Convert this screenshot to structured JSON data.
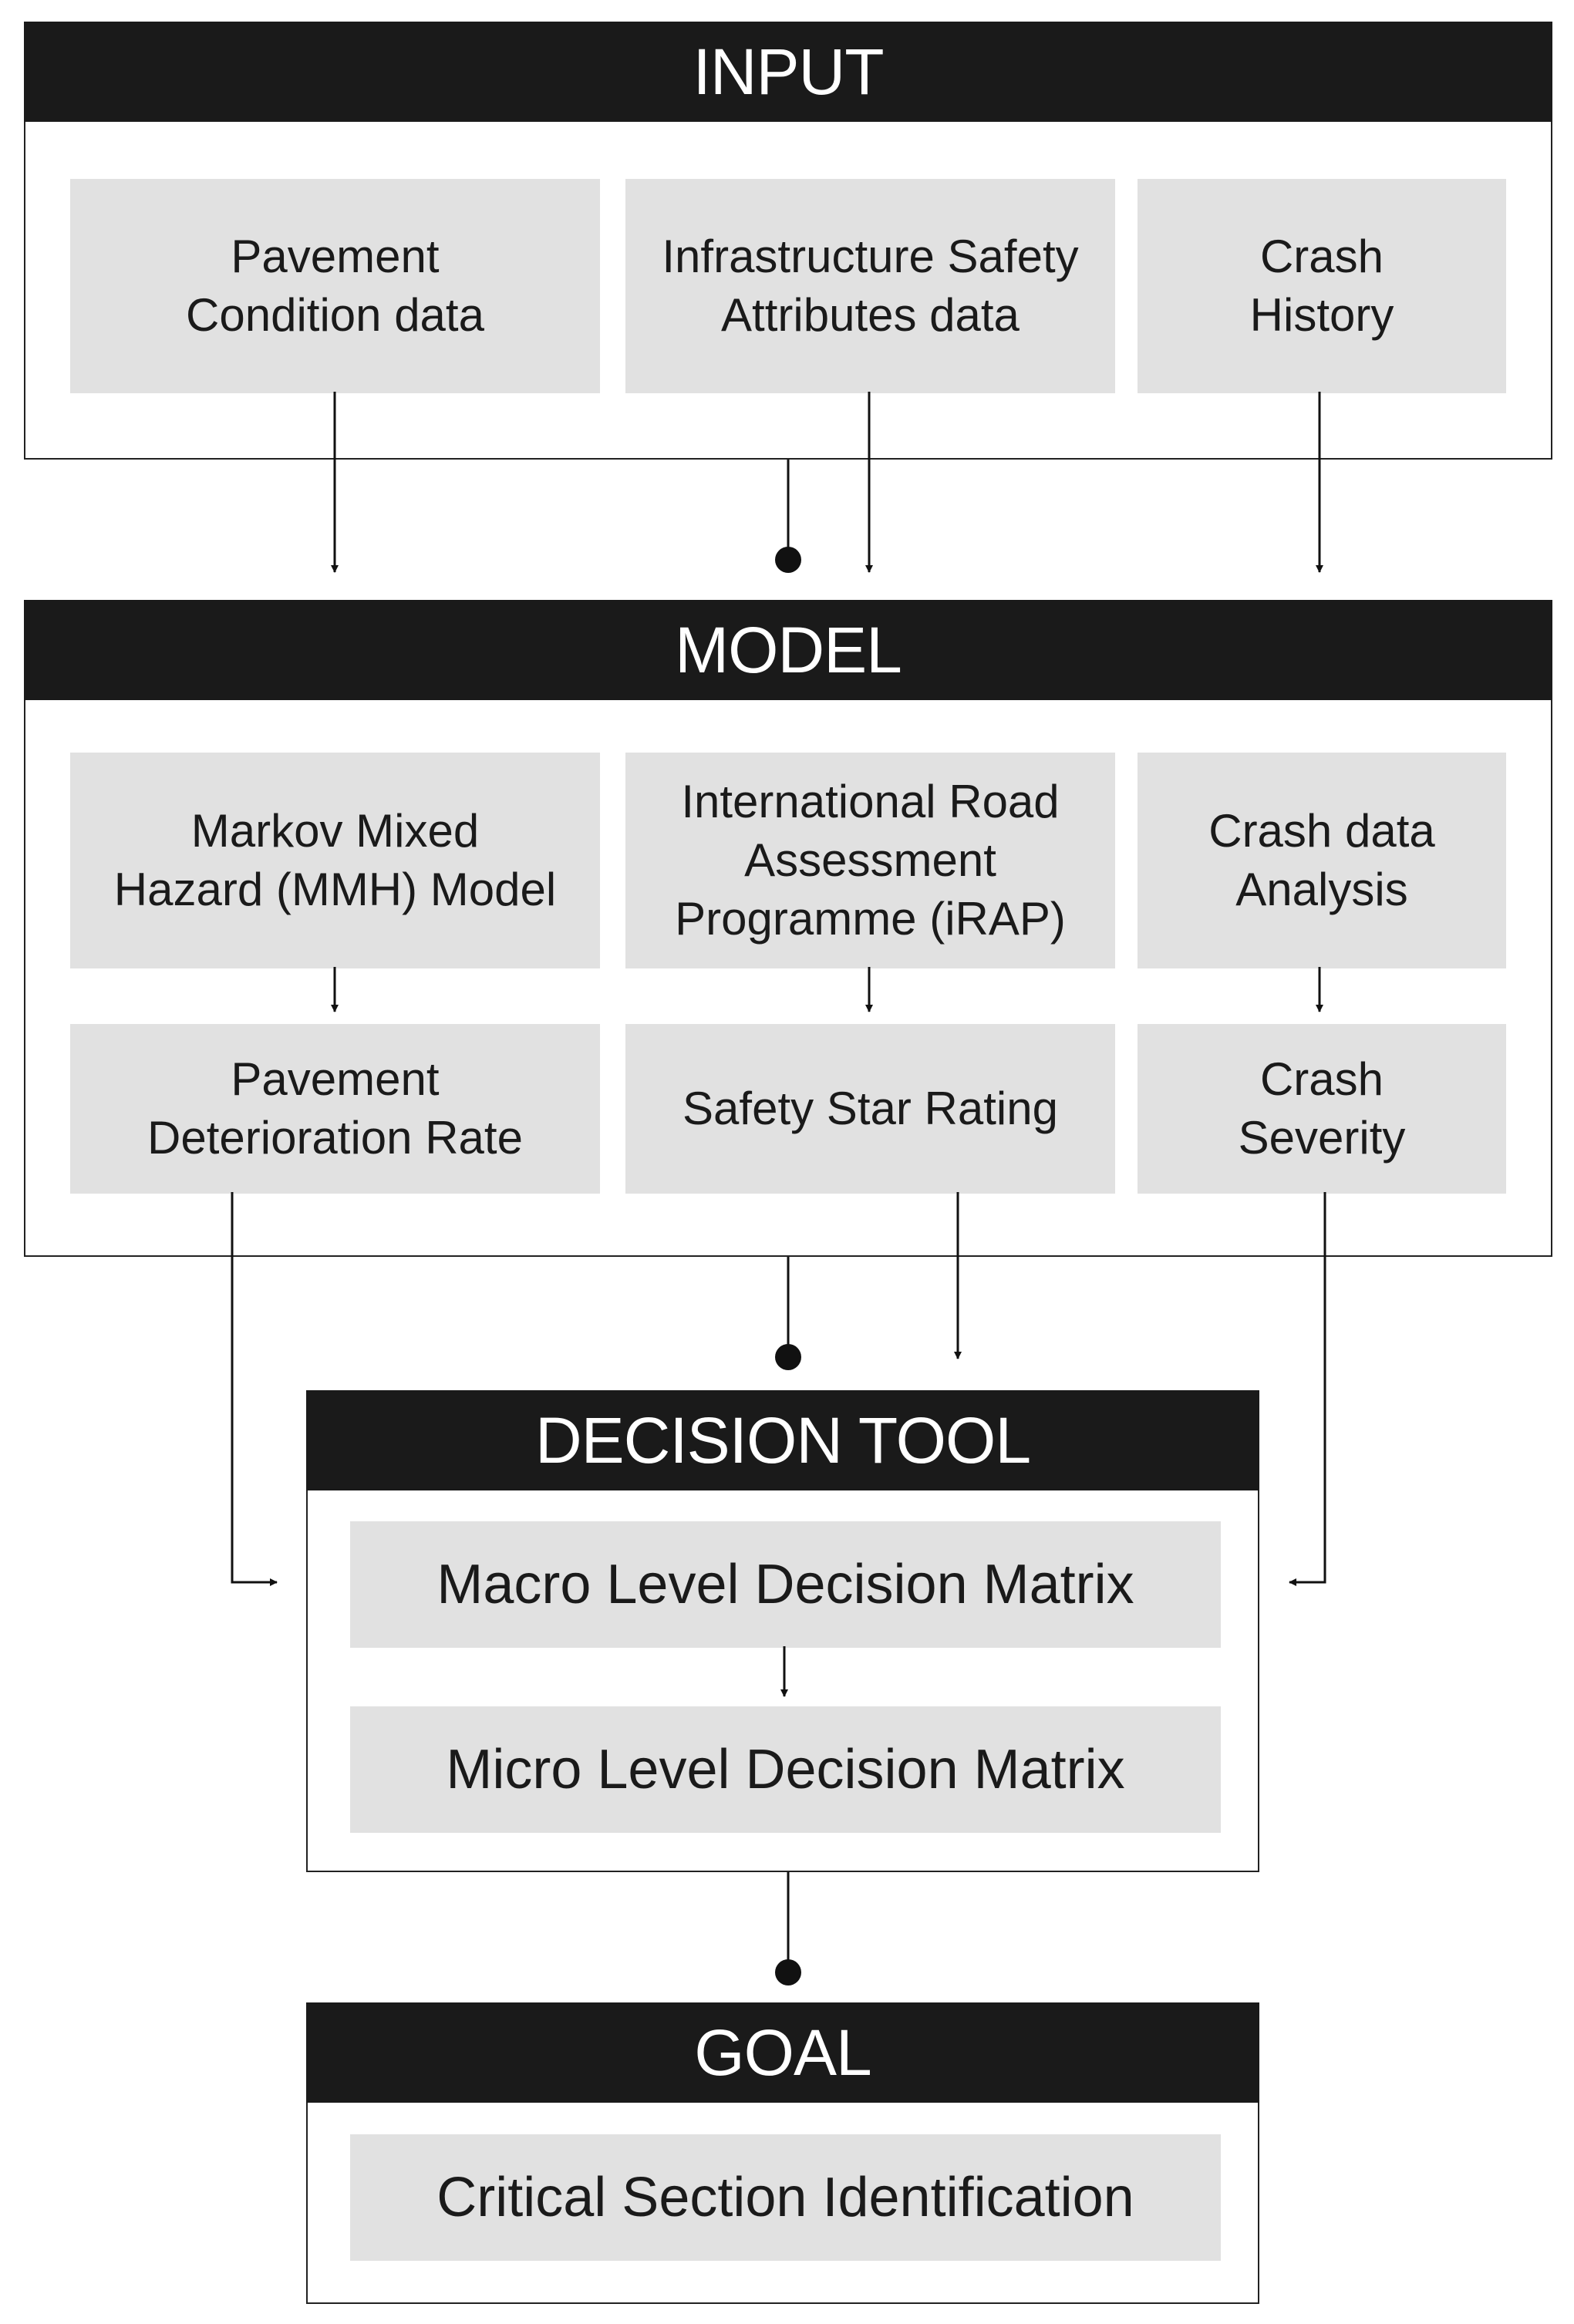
{
  "input": {
    "title": "INPUT",
    "boxes": [
      "Pavement\nCondition data",
      "Infrastructure Safety\nAttributes data",
      "Crash\nHistory"
    ]
  },
  "model": {
    "title": "MODEL",
    "top_boxes": [
      "Markov Mixed\nHazard (MMH) Model",
      "International Road\nAssessment\nProgramme (iRAP)",
      "Crash data\nAnalysis"
    ],
    "bottom_boxes": [
      "Pavement\nDeterioration Rate",
      "Safety Star Rating",
      "Crash\nSeverity"
    ]
  },
  "decision_tool": {
    "title": "DECISION TOOL",
    "boxes": [
      "Macro Level Decision Matrix",
      "Micro Level Decision Matrix"
    ]
  },
  "goal": {
    "title": "GOAL",
    "boxes": [
      "Critical Section Identification"
    ]
  },
  "colors": {
    "header_bg": "#1a1a1a",
    "box_bg": "#e1e1e1",
    "line": "#111111"
  }
}
